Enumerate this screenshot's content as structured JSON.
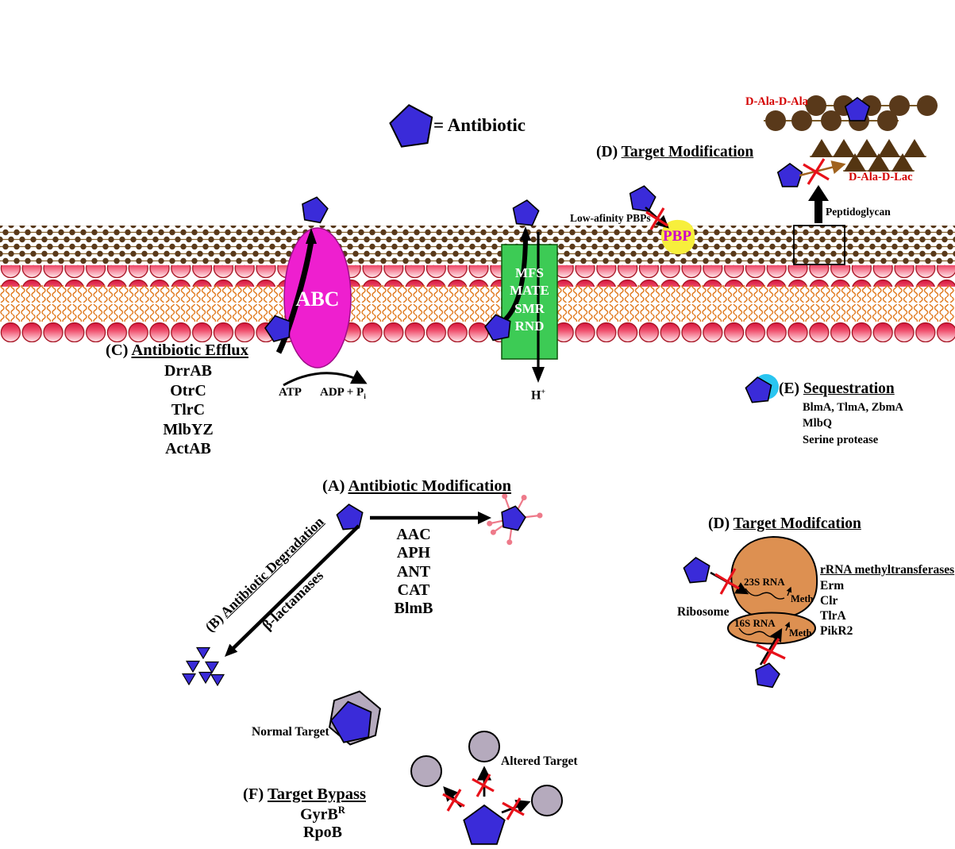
{
  "legend": {
    "antibiotic_label": "= Antibiotic"
  },
  "sections": {
    "modification": {
      "prefix": "(A)",
      "title": "Antibiotic Modification",
      "enzymes": [
        "AAC",
        "APH",
        "ANT",
        "CAT",
        "BlmB"
      ]
    },
    "degradation": {
      "prefix": "(B)",
      "title": "Antibiotic Degradation",
      "enzyme": "β-lactamases"
    },
    "efflux": {
      "prefix": "(C)",
      "title": "Antibiotic Efflux",
      "pumps": [
        "DrrAB",
        "OtrC",
        "TlrC",
        "MlbYZ",
        "ActAB"
      ],
      "abc_label": "ABC",
      "families": [
        "MFS",
        "MATE",
        "SMR",
        "RND"
      ],
      "atp_label": "ATP",
      "adp_label": "ADP + P",
      "adp_sub": "i",
      "proton_label": "H",
      "proton_sup": "+"
    },
    "target_modification_pg": {
      "prefix": "(D)",
      "title": "Target Modification",
      "d_ala_d_ala": "D-Ala-D-Ala",
      "d_ala_d_lac": "D-Ala-D-Lac",
      "peptidoglycan_label": "Peptidoglycan",
      "low_affinity_label": "Low-afinity PBPs",
      "pbp_label": "PBP"
    },
    "target_modification_ribosome": {
      "prefix": "(D)",
      "title": "Target Modifcation",
      "ribosome_label": "Ribosome",
      "rna_23s": "23S RNA",
      "rna_16s": "16S RNA",
      "meth_23s": "Meth",
      "meth_16s": "Meth",
      "methyltransferase_title": "rRNA methyltransferases",
      "methyltransferases": [
        "Erm",
        "Clr",
        "TlrA",
        "PikR2"
      ]
    },
    "sequestration": {
      "prefix": "(E)",
      "title": "Sequestration",
      "proteins": [
        "BlmA, TlmA, ZbmA",
        "MlbQ",
        "Serine protease"
      ]
    },
    "bypass": {
      "prefix": "(F)",
      "title": "Target Bypass",
      "normal_target_label": "Normal Target",
      "altered_target_label": "Altered Target",
      "gene1": "GyrB",
      "gene1_sup": "R",
      "gene2": "RpoB"
    }
  },
  "colors": {
    "antibiotic_blue": "#3a2bd9",
    "abc_magenta": "#ee1fcf",
    "transporter_green": "#3dcb55",
    "pbp_yellow": "#f7ef3c",
    "pbp_text": "#cc00cc",
    "membrane_head_red": "#d4143c",
    "tail_orange": "#e0791e",
    "peptidoglycan_brown": "#5a3a15",
    "ribosome_tan": "#dd9051",
    "target_gray": "#b5aabd",
    "cross_red": "#e8111a",
    "red_label": "#d40000",
    "sequestration_cyan": "#29c5f0"
  }
}
